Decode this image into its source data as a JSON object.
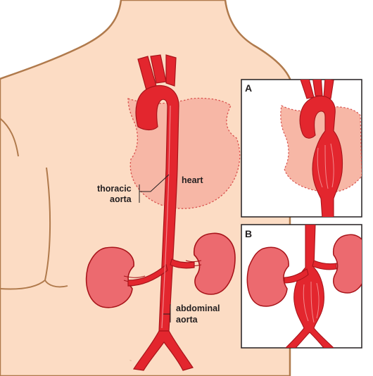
{
  "labels": {
    "heart": "heart",
    "thoracic_line1": "thoracic",
    "thoracic_line2": "aorta",
    "abdominal_line1": "abdominal",
    "abdominal_line2": "aorta"
  },
  "panels": [
    {
      "letter": "A",
      "aneurysm": "thoracic"
    },
    {
      "letter": "B",
      "aneurysm": "abdominal"
    }
  ],
  "colors": {
    "skin": "#fcdcc4",
    "skin_outline": "#b07a4c",
    "heart": "#f7b7a6",
    "heart_outline": "#d9534f",
    "artery": "#e3262e",
    "artery_dark": "#a8141a",
    "kidney": "#ec6a6f",
    "kidney_outline": "#a8141a",
    "panel_border": "#231f20"
  }
}
